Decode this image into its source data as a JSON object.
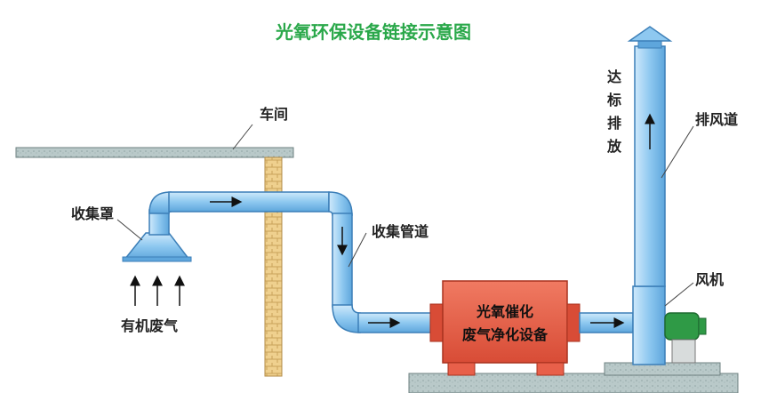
{
  "title": "光氧环保设备链接示意图",
  "labels": {
    "workshop": "车间",
    "hood": "收集罩",
    "organic_gas": "有机废气",
    "duct": "收集管道",
    "unit_line1": "光氧催化",
    "unit_line2": "废气净化设备",
    "fan": "风机",
    "exhaust_duct": "排风道",
    "compliant_1": "达",
    "compliant_2": "标",
    "compliant_3": "排",
    "compliant_4": "放"
  },
  "colors": {
    "title": "#2aa84a",
    "duct": "#8ec8f0",
    "duct_edge": "#3c7fb8",
    "unit": "#e8604a",
    "concrete": "#b9c9c9",
    "brick": "#e6c27a",
    "fan": "#2f9a46"
  }
}
